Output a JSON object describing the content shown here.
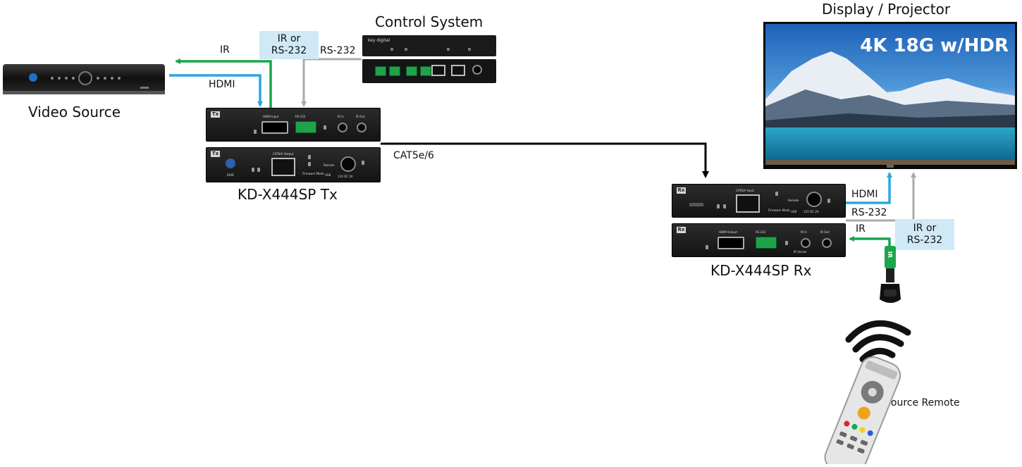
{
  "labels": {
    "control_system": "Control System",
    "display_projector": "Display / Projector",
    "video_source": "Video Source",
    "tx_name": "KD-X444SP Tx",
    "rx_name": "KD-X444SP Rx",
    "cat": "CAT5e/6",
    "ir_top": "IR",
    "hdmi_top": "HDMI",
    "rs232_top": "RS-232",
    "ir_or_top_1": "IR or",
    "ir_or_top_2": "RS-232",
    "hdmi_rx": "HDMI",
    "rs232_rx": "RS-232",
    "ir_rx": "IR",
    "ir_or_rx_1": "IR or",
    "ir_or_rx_2": "RS-232",
    "remote_1": "IR",
    "remote_2": "Source Remote"
  },
  "display": {
    "overlay_text": "4K 18G w/HDR"
  },
  "device_text": {
    "tx_badge": "Tx",
    "rx_badge": "Rx",
    "hdmi_input": "HDMI Input",
    "hdmi_output": "HDMI Output",
    "rs232": "RS-232",
    "ir_in": "IR In",
    "ir_out": "IR Out",
    "cat6a_output": "CAT6/A Output",
    "cat6a_input": "CAT6/A Input",
    "firmware_mode": "Firmware Mode",
    "remote": "Remote",
    "usb": "USB",
    "power": "12V DC 2A",
    "edid": "EDID",
    "ir_sensor": "IR Sensor",
    "ir_tag": "IR",
    "brand": "key digital"
  },
  "colors": {
    "ir_green": "#1aa64b",
    "hdmi_blue": "#2aa7e0",
    "rs232_gray": "#aaaaaa",
    "cat_black": "#000000",
    "highlight": "#cfe9f6"
  }
}
